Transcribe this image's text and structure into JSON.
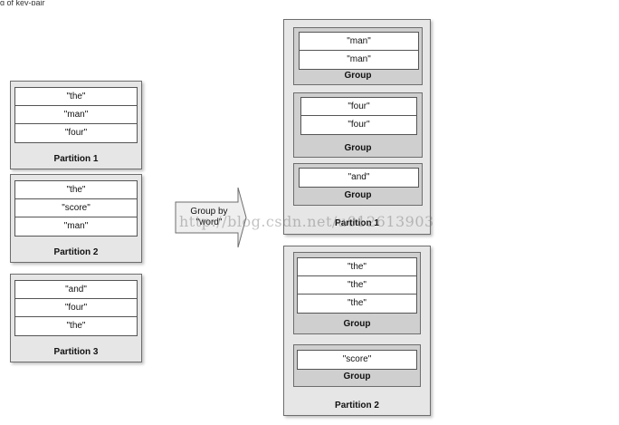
{
  "top_clip_text": "g of key-pair",
  "input": {
    "partitions": [
      {
        "label": "Partition 1",
        "words": [
          "\"the\"",
          "\"man\"",
          "\"four\""
        ]
      },
      {
        "label": "Partition 2",
        "words": [
          "\"the\"",
          "\"score\"",
          "\"man\""
        ]
      },
      {
        "label": "Partition 3",
        "words": [
          "\"and\"",
          "\"four\"",
          "\"the\""
        ]
      }
    ]
  },
  "arrow": {
    "line1": "Group by",
    "line2": "\"word\""
  },
  "output": {
    "partitions": [
      {
        "label": "Partition 1",
        "groups": [
          {
            "label": "Group",
            "words": [
              "\"man\"",
              "\"man\""
            ]
          },
          {
            "label": "Group",
            "words": [
              "\"four\"",
              "\"four\""
            ]
          },
          {
            "label": "Group",
            "words": [
              "\"and\""
            ]
          }
        ]
      },
      {
        "label": "Partition 2",
        "groups": [
          {
            "label": "Group",
            "words": [
              "\"the\"",
              "\"the\"",
              "\"the\""
            ]
          },
          {
            "label": "Group",
            "words": [
              "\"score\""
            ]
          }
        ]
      }
    ]
  },
  "watermark": "http://blog.csdn.net/u012613903"
}
